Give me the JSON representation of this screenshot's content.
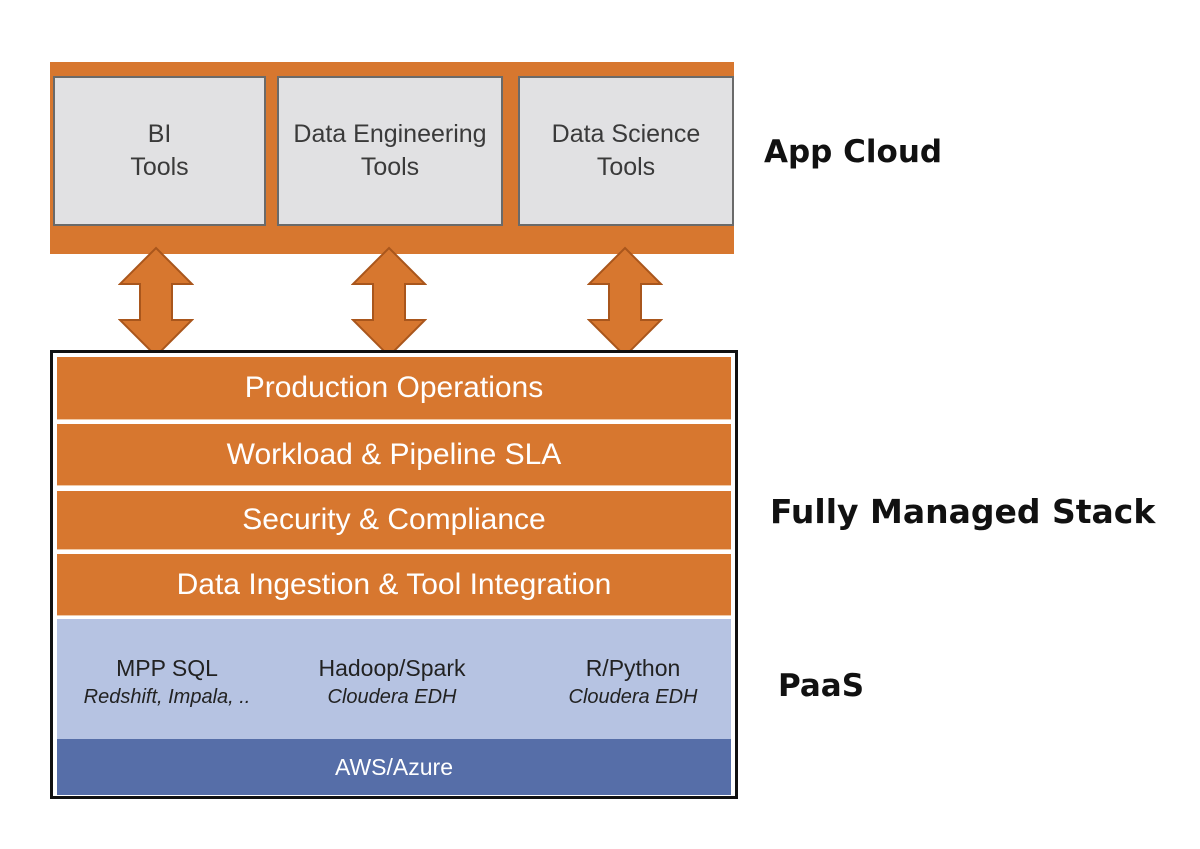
{
  "app_cloud": {
    "label": "App Cloud",
    "tools": [
      {
        "line1": "BI",
        "line2": "Tools"
      },
      {
        "line1": "Data Engineering",
        "line2": "Tools"
      },
      {
        "line1": "Data Science",
        "line2": "Tools"
      }
    ]
  },
  "managed_stack": {
    "label": "Fully Managed Stack",
    "layers": [
      "Production Operations",
      "Workload & Pipeline SLA",
      "Security & Compliance",
      "Data Ingestion & Tool Integration"
    ]
  },
  "paas": {
    "label": "PaaS",
    "columns": [
      {
        "name": "MPP SQL",
        "sub": "Redshift, Impala, .."
      },
      {
        "name": "Hadoop/Spark",
        "sub": "Cloudera EDH"
      },
      {
        "name": "R/Python",
        "sub": "Cloudera EDH"
      }
    ],
    "infrastructure": "AWS/Azure"
  },
  "colors": {
    "orange": "#d7772f",
    "tool_gray": "#e1e1e3",
    "paas_blue": "#b6c3e2",
    "infra_blue": "#566ea8"
  }
}
